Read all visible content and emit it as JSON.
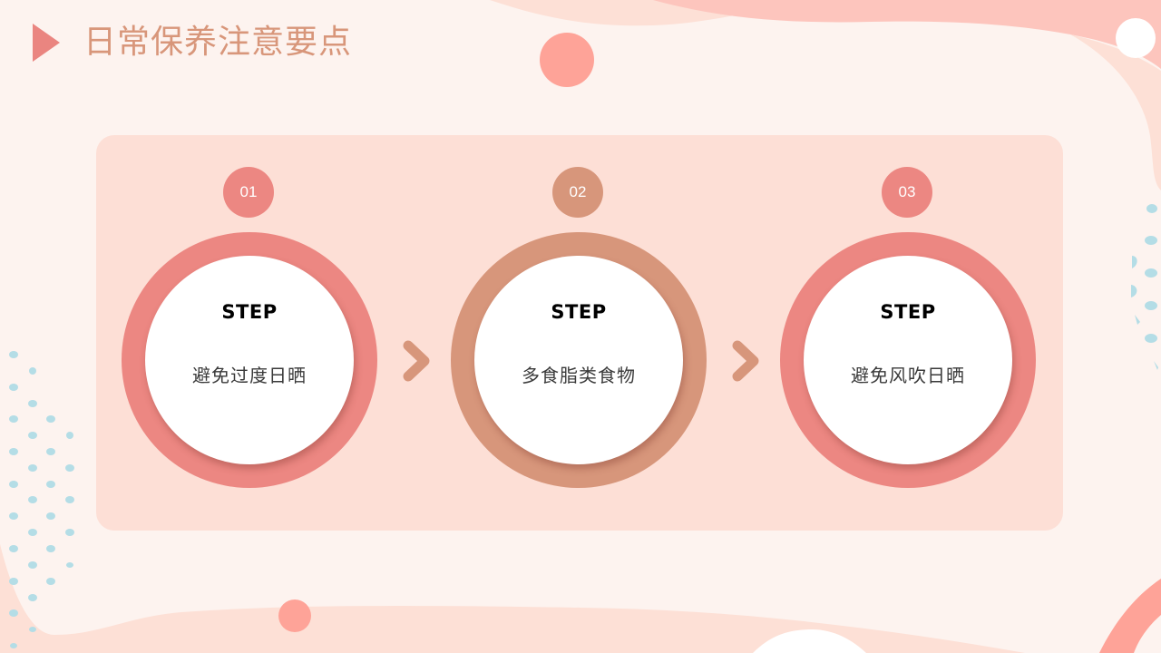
{
  "slide": {
    "title": "日常保养注意要点",
    "colors": {
      "background": "#fdf3ef",
      "panel": "#fddfd6",
      "title_text": "#d8967a",
      "title_arrow": "#ea8580",
      "ring_pink": "#ec8782",
      "ring_tan": "#d7967b",
      "chevron": "#d7967b",
      "dot_blue": "#b4dde6",
      "blob_pink": "#fdc5bd",
      "blob_light": "#fde0d6",
      "circle_salmon": "#fea398"
    }
  },
  "steps": [
    {
      "number": "01",
      "label": "STEP",
      "description": "避免过度日晒",
      "color": "#ec8782"
    },
    {
      "number": "02",
      "label": "STEP",
      "description": "多食脂类食物",
      "color": "#d7967b"
    },
    {
      "number": "03",
      "label": "STEP",
      "description": "避免风吹日晒",
      "color": "#ec8782"
    }
  ],
  "connectors": [
    {
      "icon": "chevron-right-icon"
    },
    {
      "icon": "chevron-right-icon"
    }
  ]
}
